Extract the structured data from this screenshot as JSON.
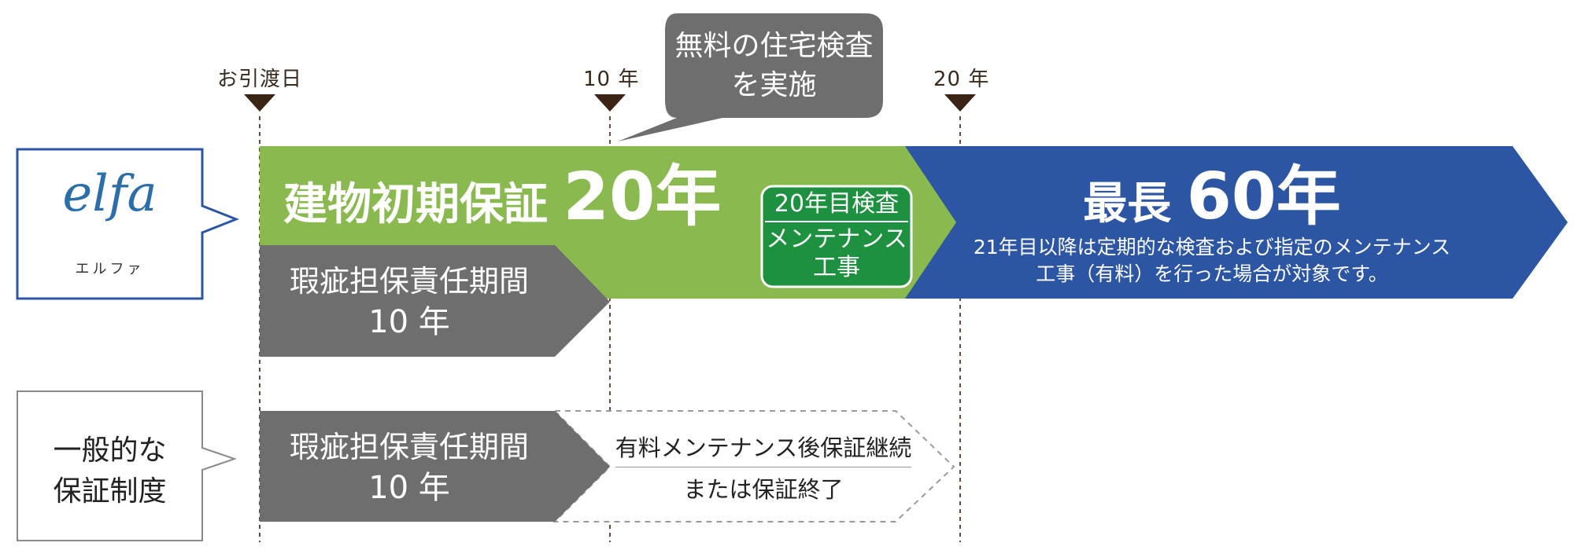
{
  "timeline": {
    "start_label": "お引渡日",
    "mark10_label": "10 年",
    "mark20_label": "20 年"
  },
  "callout": {
    "line1": "無料の住宅検査",
    "line2": "を実施"
  },
  "elfa": {
    "logo_text": "elfa",
    "logo_kana": "エルファ",
    "warranty_title_main": "建物初期保証",
    "warranty_title_years": "20年",
    "defect_line1": "瑕疵担保責任期間",
    "defect_line2": "10 年",
    "inspection_title": "20年目検査",
    "inspection_body1": "メンテナンス",
    "inspection_body2": "工事",
    "max_title_main": "最長",
    "max_title_years": "60年",
    "max_note_line1": "21年目以降は定期的な検査および指定のメンテナンス",
    "max_note_line2": "工事（有料）を行った場合が対象です。"
  },
  "general": {
    "label_line1": "一般的な",
    "label_line2": "保証制度",
    "defect_line1": "瑕疵担保責任期間",
    "defect_line2": "10 年",
    "option_line1": "有料メンテナンス後保証継続",
    "option_line2": "または保証終了"
  },
  "colors": {
    "green": "#8ab94f",
    "blue": "#2c56a3",
    "gray": "#6e6e6e",
    "dark_green": "#1e9140",
    "marker": "#3b2416"
  }
}
